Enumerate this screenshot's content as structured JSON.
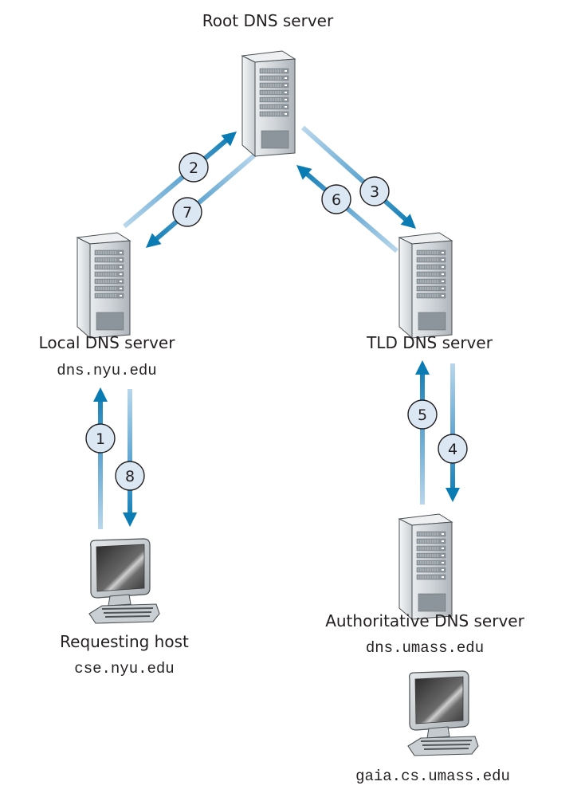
{
  "diagram": {
    "title": "Iterative DNS query resolution",
    "colors": {
      "arrow_dark": "#0a7bb3",
      "arrow_light": "#b8d7ec",
      "step_circle_fill": "#dbe8f4",
      "step_circle_stroke": "#231f20",
      "text": "#231f20"
    },
    "nodes": {
      "root": {
        "label": "Root DNS server",
        "hostname": ""
      },
      "local": {
        "label": "Local DNS server",
        "hostname": "dns.nyu.edu"
      },
      "tld": {
        "label": "TLD DNS server",
        "hostname": ""
      },
      "requesting": {
        "label": "Requesting host",
        "hostname": "cse.nyu.edu"
      },
      "authoritative": {
        "label": "Authoritative DNS server",
        "hostname": "dns.umass.edu"
      },
      "target_host": {
        "label": "",
        "hostname": "gaia.cs.umass.edu"
      }
    },
    "steps": [
      {
        "number": "1",
        "from": "requesting",
        "to": "local"
      },
      {
        "number": "2",
        "from": "local",
        "to": "root"
      },
      {
        "number": "3",
        "from": "root",
        "to": "tld"
      },
      {
        "number": "4",
        "from": "tld",
        "to": "authoritative"
      },
      {
        "number": "5",
        "from": "authoritative",
        "to": "tld"
      },
      {
        "number": "6",
        "from": "tld",
        "to": "root"
      },
      {
        "number": "7",
        "from": "root",
        "to": "local"
      },
      {
        "number": "8",
        "from": "local",
        "to": "requesting"
      }
    ]
  }
}
